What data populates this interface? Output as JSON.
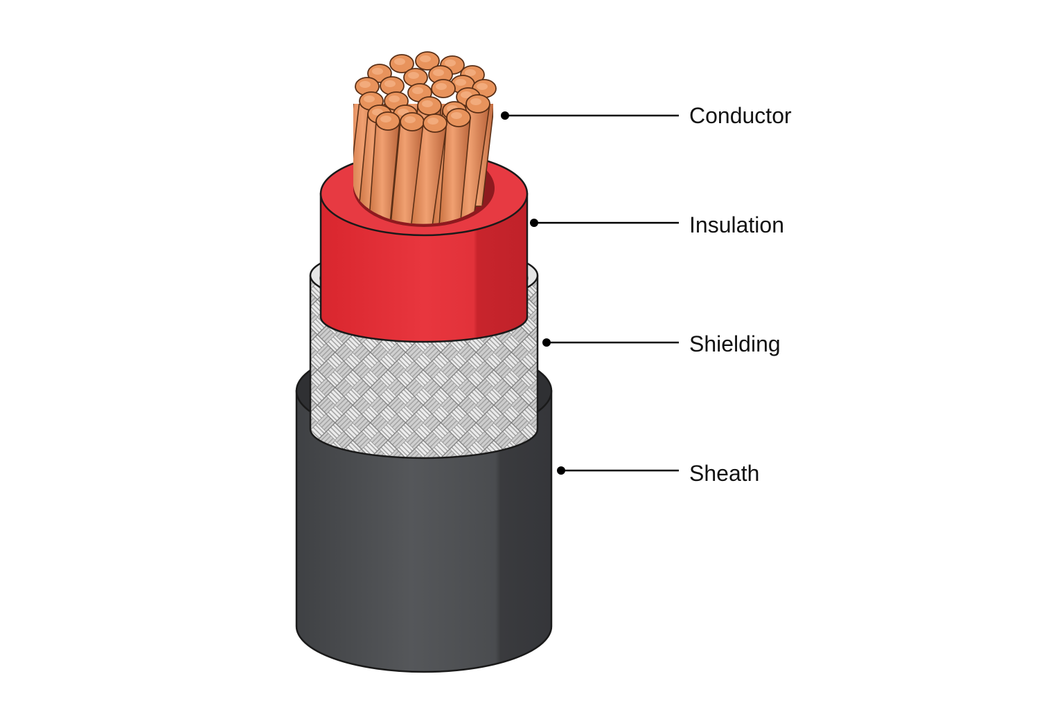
{
  "labels": {
    "conductor": "Conductor",
    "insulation": "Insulation",
    "shielding": "Shielding",
    "sheath": "Sheath"
  },
  "colors": {
    "copper": "#e8935c",
    "copper_dark": "#b9643a",
    "insulation": "#e4323a",
    "insulation_dark": "#c7242c",
    "braid": "#d9d9d9",
    "sheath": "#4d4f52",
    "sheath_dark": "#3a3b3e",
    "outline": "#1a1a1a"
  }
}
